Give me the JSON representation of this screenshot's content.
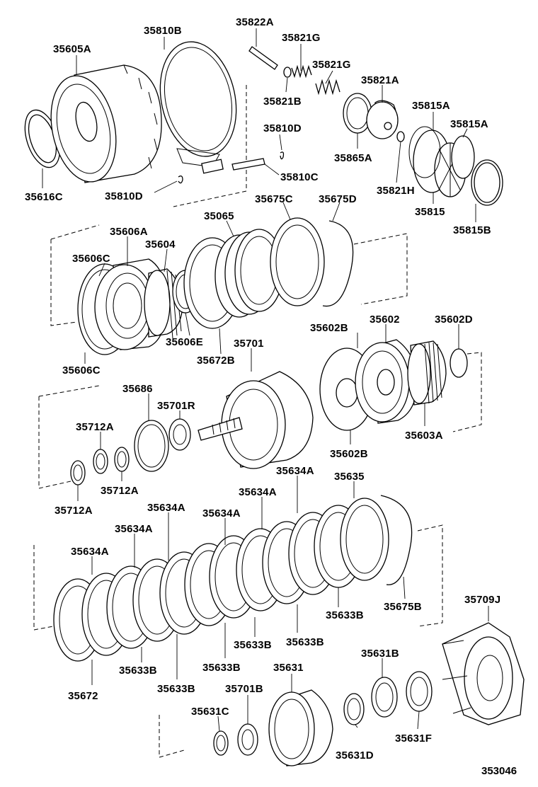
{
  "diagram": {
    "labels": {
      "p35605A": "35605A",
      "p35810B": "35810B",
      "p35822A": "35822A",
      "p35821G_1": "35821G",
      "p35821G_2": "35821G",
      "p35821A": "35821A",
      "p35821B": "35821B",
      "p35815A_1": "35815A",
      "p35815A_2": "35815A",
      "p35810D_1": "35810D",
      "p35865A": "35865A",
      "p35616C": "35616C",
      "p35810D_2": "35810D",
      "p35810C": "35810C",
      "p35821H": "35821H",
      "p35815": "35815",
      "p35815B": "35815B",
      "p35675C": "35675C",
      "p35675D": "35675D",
      "p35065": "35065",
      "p35606A": "35606A",
      "p35604": "35604",
      "p35606C_1": "35606C",
      "p35606E": "35606E",
      "p35672B": "35672B",
      "p35606C_2": "35606C",
      "p35701": "35701",
      "p35602B_1": "35602B",
      "p35602": "35602",
      "p35602D": "35602D",
      "p35686": "35686",
      "p35701R": "35701R",
      "p35712A_1": "35712A",
      "p35712A_2": "35712A",
      "p35712A_3": "35712A",
      "p35603A": "35603A",
      "p35602B_2": "35602B",
      "p35634A_1": "35634A",
      "p35635": "35635",
      "p35634A_2": "35634A",
      "p35634A_3": "35634A",
      "p35634A_4": "35634A",
      "p35634A_5": "35634A",
      "p35634A_6": "35634A",
      "p35633B_1": "35633B",
      "p35675B": "35675B",
      "p35709J": "35709J",
      "p35633B_2": "35633B",
      "p35633B_3": "35633B",
      "p35633B_4": "35633B",
      "p35633B_5": "35633B",
      "p35631B": "35631B",
      "p35633B_6": "35633B",
      "p35672": "35672",
      "p35631": "35631",
      "p35701B": "35701B",
      "p35631C": "35631C",
      "p35631F": "35631F",
      "p35631D": "35631D"
    },
    "diagram_id": "353046"
  }
}
